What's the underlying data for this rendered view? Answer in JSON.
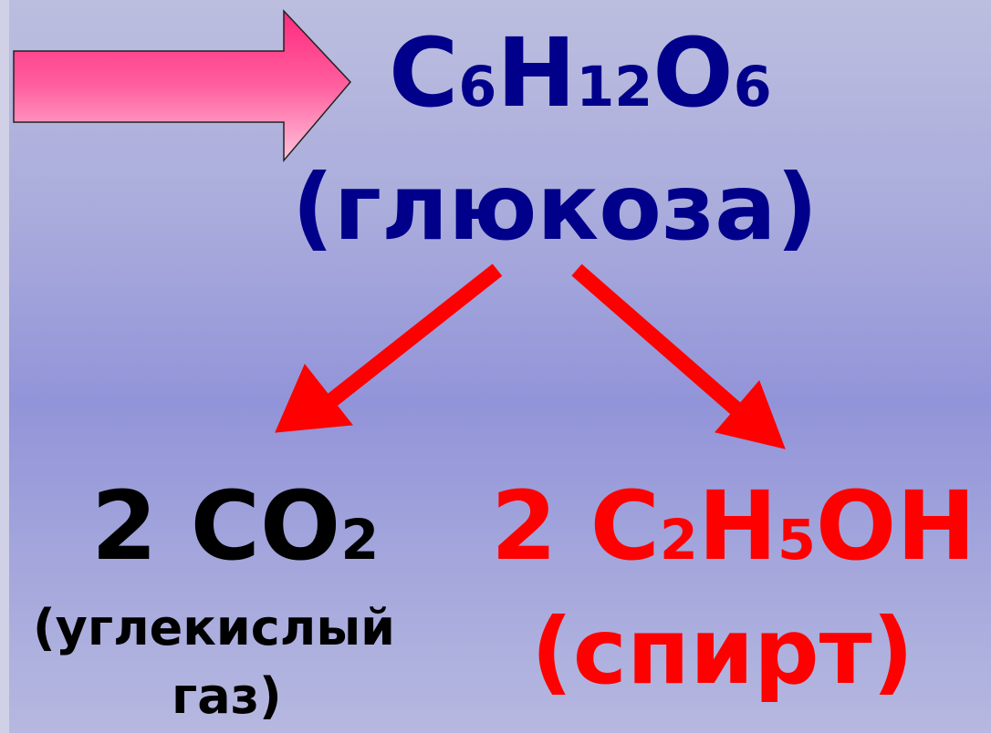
{
  "glucose": {
    "formula": {
      "c": "C",
      "c_n": "6",
      "h": "H",
      "h_n": "12",
      "o": "O",
      "o_n": "6"
    },
    "name": "(глюкоза)"
  },
  "co2": {
    "coefficient": "2",
    "formula": {
      "c": "CO",
      "o_n": "2"
    },
    "name_line1": "(углекислый",
    "name_line2": "газ)"
  },
  "ethanol": {
    "coefficient": "2",
    "formula": {
      "c": "C",
      "c_n": "2",
      "h": "H",
      "h_n": "5",
      "oh": "OH"
    },
    "name": "(спирт)"
  },
  "colors": {
    "glucose": "#00008b",
    "co2": "#000000",
    "ethanol": "#ff0000",
    "arrow_red": "#ff0000",
    "block_arrow": "#ff3d8c"
  }
}
